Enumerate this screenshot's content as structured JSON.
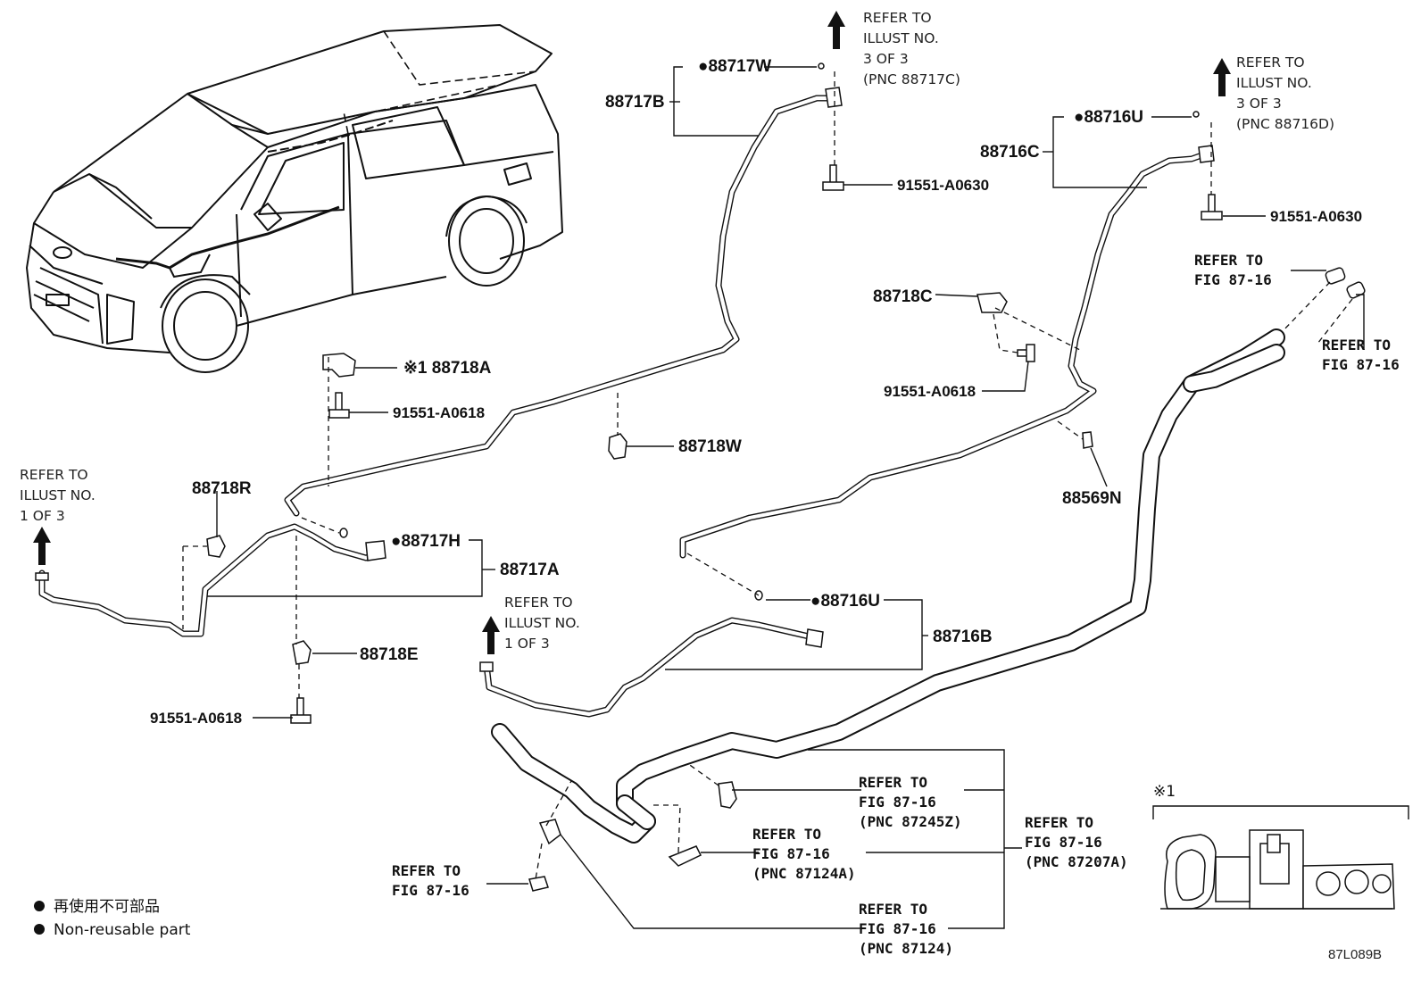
{
  "labels": {
    "p_88717W": "●88717W",
    "p_88717B": "88717B",
    "p_88716U_top": "●88716U",
    "p_88716C": "88716C",
    "p_91551_A0630_1": "91551-A0630",
    "p_91551_A0630_2": "91551-A0630",
    "p_88718C": "88718C",
    "p_91551_A0618_r": "91551-A0618",
    "p_88718A": "※1 88718A",
    "p_91551_A0618_m": "91551-A0618",
    "p_88718W": "88718W",
    "p_88569N": "88569N",
    "p_88718R": "88718R",
    "p_88717H": "●88717H",
    "p_88717A": "88717A",
    "p_88718E": "88718E",
    "p_91551_A0618_b": "91551-A0618",
    "p_88716U_mid": "●88716U",
    "p_88716B": "88716B"
  },
  "refs": {
    "r_top_center": [
      "REFER TO",
      "ILLUST NO.",
      "3 OF 3",
      "(PNC 88717C)"
    ],
    "r_top_right": [
      "REFER TO",
      "ILLUST NO.",
      "3 OF 3",
      "(PNC 88716D)"
    ],
    "r_left": [
      "REFER TO",
      "ILLUST NO.",
      "1 OF 3"
    ],
    "r_mid": [
      "REFER TO",
      "ILLUST NO.",
      "1 OF 3"
    ],
    "r_fig_a": [
      "REFER TO",
      "FIG 87-16"
    ],
    "r_fig_b": [
      "REFER TO",
      "FIG 87-16"
    ],
    "r_fig_c": [
      "REFER TO",
      "FIG 87-16"
    ],
    "r_87245z": [
      "REFER TO",
      "FIG 87-16",
      "(PNC 87245Z)"
    ],
    "r_87124a": [
      "REFER TO",
      "FIG 87-16",
      "(PNC 87124A)"
    ],
    "r_87124": [
      "REFER TO",
      "FIG 87-16",
      "(PNC 87124)"
    ],
    "r_87207a": [
      "REFER TO",
      "FIG 87-16",
      "(PNC 87207A)"
    ]
  },
  "inset_label": "※1",
  "legend": {
    "line1": "再使用不可部品",
    "line2": "Non-reusable part"
  },
  "illustration_code": "87L089B"
}
